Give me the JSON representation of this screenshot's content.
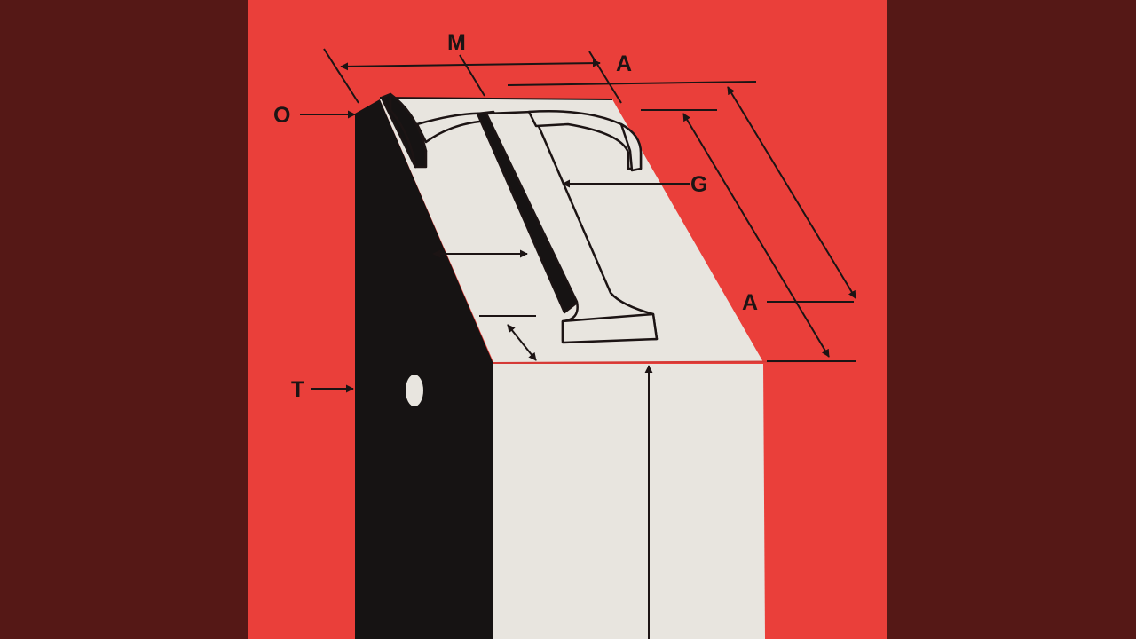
{
  "colors": {
    "frame": "#551816",
    "artwork_background": "#ea3f3a",
    "type_body_face": "#e8e5df",
    "type_body_shadow": "#161313",
    "ink": "#1c1414"
  },
  "labels": {
    "m": "M",
    "a_top": "A",
    "o": "O",
    "g": "G",
    "a_right": "A",
    "t": "T"
  },
  "icons": {
    "glyph": "letter-t-glyph",
    "nick": "nick-hole-icon"
  }
}
